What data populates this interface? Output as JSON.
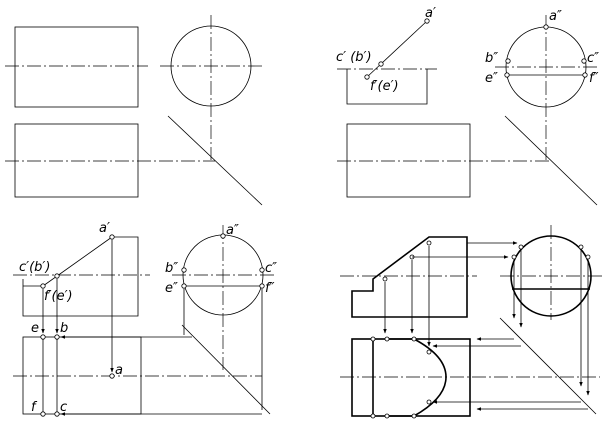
{
  "labels": {
    "tr": {
      "a1": "a′",
      "a2": "a″",
      "cb1": "c′ (b′)",
      "fe1": "f′(e′)",
      "b2": "b″",
      "c2": "c″",
      "e2": "e″",
      "f2": "f″"
    },
    "bl": {
      "a1": "a′",
      "a2": "a″",
      "cb1": "c′(b′)",
      "fe1": "f′(e′)",
      "b2": "b″",
      "c2": "c″",
      "e2": "e″",
      "f2": "f″",
      "e": "e",
      "b": "b",
      "a": "a",
      "f": "f",
      "c": "c"
    }
  }
}
